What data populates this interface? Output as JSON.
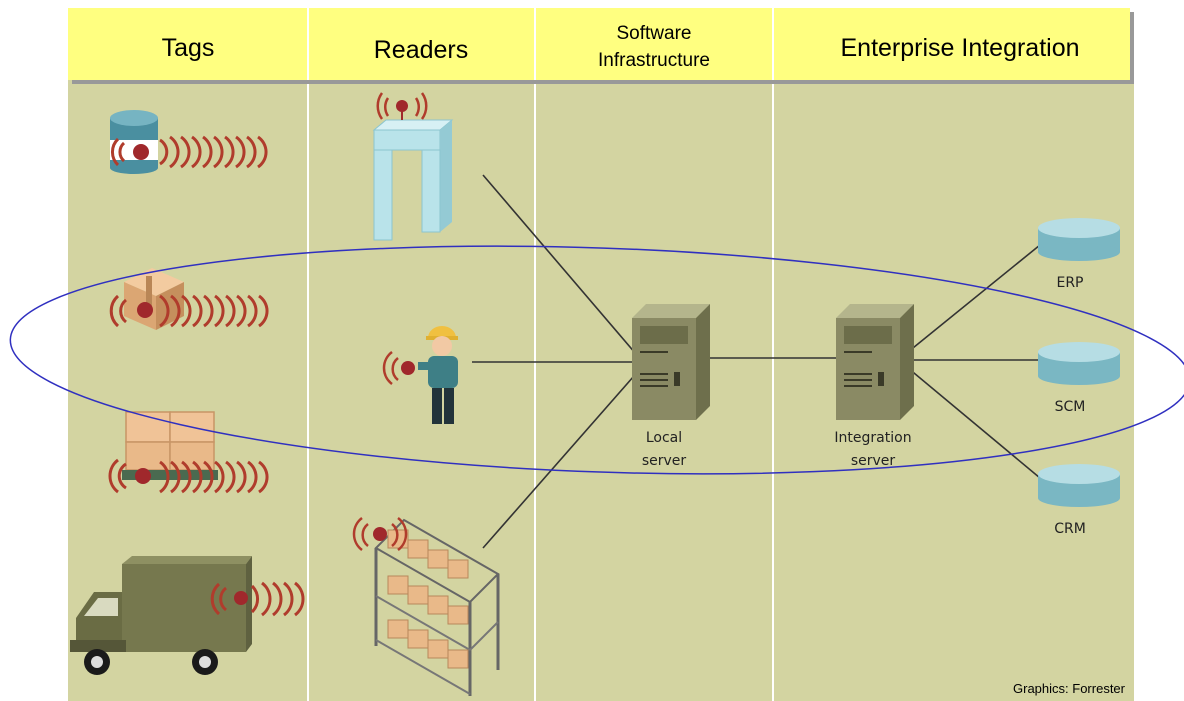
{
  "columns": [
    {
      "title": "Tags"
    },
    {
      "title": "Readers"
    },
    {
      "title_line1": "Software",
      "title_line2": "Infrastructure"
    },
    {
      "title": "Enterprise Integration"
    }
  ],
  "servers": {
    "local_line1": "Local",
    "local_line2": "server",
    "integration_line1": "Integration",
    "integration_line2": "server"
  },
  "systems": [
    "ERP",
    "SCM",
    "CRM"
  ],
  "credit": "Graphics: Forrester",
  "colors": {
    "header_bg": "#ffff80",
    "panel_bg": "#d3d4a1",
    "divider": "#ffffff",
    "ellipse": "#3030c0",
    "tag_red": "#a0282c",
    "wave": "#b03c2c",
    "db_top": "#b6dde4",
    "db_side": "#7ab7c3",
    "server_body": "#8a8a64",
    "truck": "#76784e",
    "box": "#e9b989",
    "portal": "#b9e3ea"
  },
  "icons": [
    "can-icon",
    "box-icon",
    "pallet-icon",
    "truck-icon",
    "portal-reader-icon",
    "handheld-reader-icon",
    "shelf-reader-icon",
    "server-icon",
    "database-icon"
  ]
}
